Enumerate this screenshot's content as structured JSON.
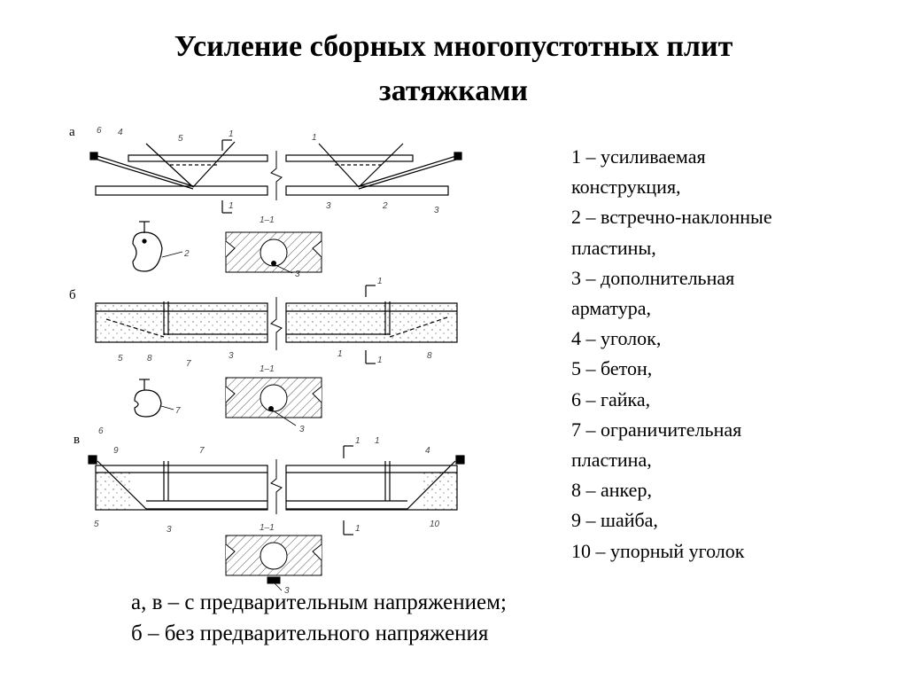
{
  "title": {
    "line1": "Усиление сборных многопустотных плит",
    "line2": "затяжками"
  },
  "legend": [
    "1 – усиливаемая",
    "конструкция,",
    "2 – встречно-наклонные",
    "пластины,",
    "3 – дополнительная",
    "арматура,",
    "4 – уголок,",
    "5 – бетон,",
    "6 – гайка,",
    "7 – ограничительная",
    "пластина,",
    "8 – анкер,",
    "9 – шайба,",
    "10 – упорный уголок"
  ],
  "notes": [
    "а, в – с предварительным напряжением;",
    "б – без предварительного напряжения"
  ],
  "diagram": {
    "section_labels": [
      "а",
      "б",
      "в"
    ],
    "section_cut": "1–1",
    "callouts_a": [
      "6",
      "4",
      "5",
      "1",
      "1",
      "3",
      "2",
      "3",
      "1",
      "2",
      "3"
    ],
    "callouts_b": [
      "1",
      "5",
      "8",
      "7",
      "3",
      "1",
      "8",
      "1",
      "7",
      "3"
    ],
    "callouts_v": [
      "6",
      "9",
      "7",
      "1",
      "1",
      "4",
      "5",
      "3",
      "10",
      "1",
      "3"
    ]
  }
}
